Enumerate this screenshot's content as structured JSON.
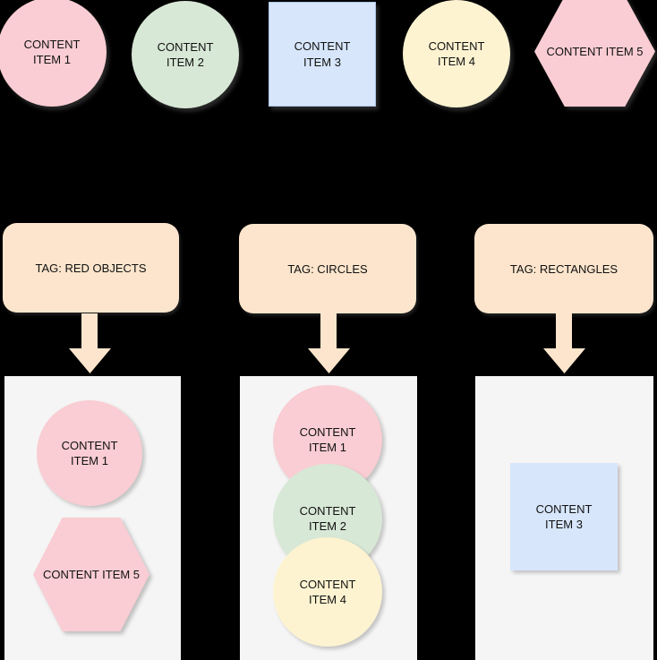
{
  "colors": {
    "background": "#000000",
    "container_bg": "#f5f5f5",
    "arrow": "#fce5cc",
    "text": "#111111",
    "pink": "#f9cdd3",
    "green": "#d8e8d6",
    "blue": "#d7e6fb",
    "yellow": "#fdf3d1",
    "peach": "#fce5cc"
  },
  "top_row": {
    "items": [
      {
        "label": "CONTENT ITEM 1",
        "shape": "circle",
        "color": "#f9cdd3"
      },
      {
        "label": "CONTENT ITEM 2",
        "shape": "circle",
        "color": "#d8e8d6"
      },
      {
        "label": "CONTENT ITEM 3",
        "shape": "square",
        "color": "#d7e6fb"
      },
      {
        "label": "CONTENT ITEM 4",
        "shape": "circle",
        "color": "#fdf3d1"
      },
      {
        "label": "CONTENT ITEM 5",
        "shape": "hexagon",
        "color": "#f9cdd3"
      }
    ]
  },
  "tags": [
    {
      "label": "TAG: RED OBJECTS",
      "color": "#fce5cc"
    },
    {
      "label": "TAG: CIRCLES",
      "color": "#fce5cc"
    },
    {
      "label": "TAG: RECTANGLES",
      "color": "#fce5cc"
    }
  ],
  "arrow": {
    "color": "#fce5cc"
  },
  "containers": {
    "bg": "#f5f5f5"
  },
  "groups": [
    {
      "tag": "TAG: RED OBJECTS",
      "items": [
        {
          "label": "CONTENT ITEM 1",
          "shape": "circle",
          "color": "#f9cdd3"
        },
        {
          "label": "CONTENT ITEM 5",
          "shape": "hexagon",
          "color": "#f9cdd3"
        }
      ]
    },
    {
      "tag": "TAG: CIRCLES",
      "items": [
        {
          "label": "CONTENT ITEM 1",
          "shape": "circle",
          "color": "#f9cdd3"
        },
        {
          "label": "CONTENT ITEM 2",
          "shape": "circle",
          "color": "#d8e8d6"
        },
        {
          "label": "CONTENT ITEM 4",
          "shape": "circle",
          "color": "#fdf3d1"
        }
      ]
    },
    {
      "tag": "TAG: RECTANGLES",
      "items": [
        {
          "label": "CONTENT ITEM 3",
          "shape": "square",
          "color": "#d7e6fb"
        }
      ]
    }
  ]
}
